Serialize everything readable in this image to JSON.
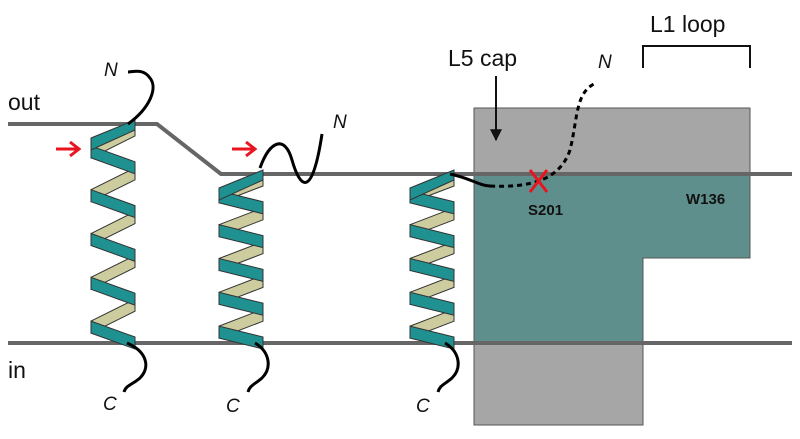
{
  "labels": {
    "out": "out",
    "in": "in",
    "l5_cap": "L5 cap",
    "l1_loop": "L1 loop",
    "s201": "S201",
    "w136": "W136"
  },
  "helices": [
    {
      "n_label": "N",
      "c_label": "C"
    },
    {
      "n_label": "N",
      "c_label": "C"
    },
    {
      "n_label": "N",
      "c_label": "C"
    }
  ],
  "colors": {
    "membrane_line": "#666666",
    "helix_front": "#1f9190",
    "helix_back": "#cccc9e",
    "protein_in_membrane": "#5f8f8c",
    "protein_outside": "#a6a6a6",
    "arrow": "#e8141e",
    "x_mark": "#e8141e"
  },
  "icons": {
    "arrow_1": "red-arrow-icon",
    "arrow_2": "red-arrow-icon",
    "cross": "x-mark-icon"
  }
}
